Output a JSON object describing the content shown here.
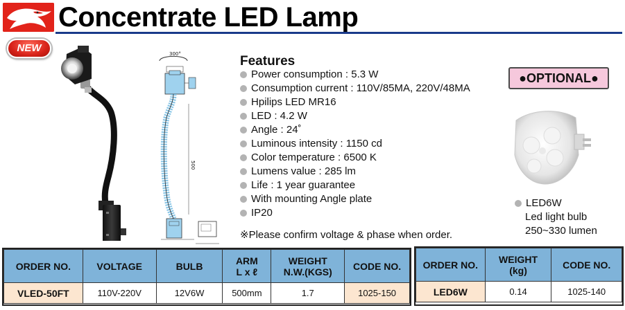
{
  "header": {
    "title": "Concentrate LED Lamp",
    "badge_new": "NEW",
    "accent_color": "#1a3a8a",
    "logo_color": "#e2231a"
  },
  "drawing": {
    "rotation_label": "300°",
    "dim_labels": [
      "500"
    ]
  },
  "features": {
    "heading": "Features",
    "items": [
      "Power consumption : 5.3 W",
      "Consumption current : 110V/85MA, 220V/48MA",
      "Hpilips LED MR16",
      "LED : 4.2 W",
      "Angle : 24˚",
      "Luminous intensity : 1150 cd",
      "Color temperature : 6500 K",
      "Lumens value : 285 lm",
      "Life : 1 year guarantee",
      "With mounting Angle plate",
      "IP20"
    ],
    "note": "※Please confirm voltage & phase when order."
  },
  "optional": {
    "badge": "●OPTIONAL●",
    "badge_color": "#f6c8dc",
    "bulb_lines": [
      "LED6W",
      "Led light bulb",
      "250~330 lumen"
    ]
  },
  "table_main": {
    "header_color": "#7fb3d9",
    "headers": [
      "ORDER NO.",
      "VOLTAGE",
      "BULB",
      "ARM",
      "L x ℓ",
      "WEIGHT",
      "N.W.(KGS)",
      "CODE NO."
    ],
    "row": [
      "VLED-50FT",
      "110V-220V",
      "12V6W",
      "500mm",
      "1.7",
      "1025-150"
    ]
  },
  "table_optional": {
    "headers": [
      "ORDER NO.",
      "WEIGHT",
      "(kg)",
      "CODE NO."
    ],
    "row": [
      "LED6W",
      "0.14",
      "1025-140"
    ]
  }
}
